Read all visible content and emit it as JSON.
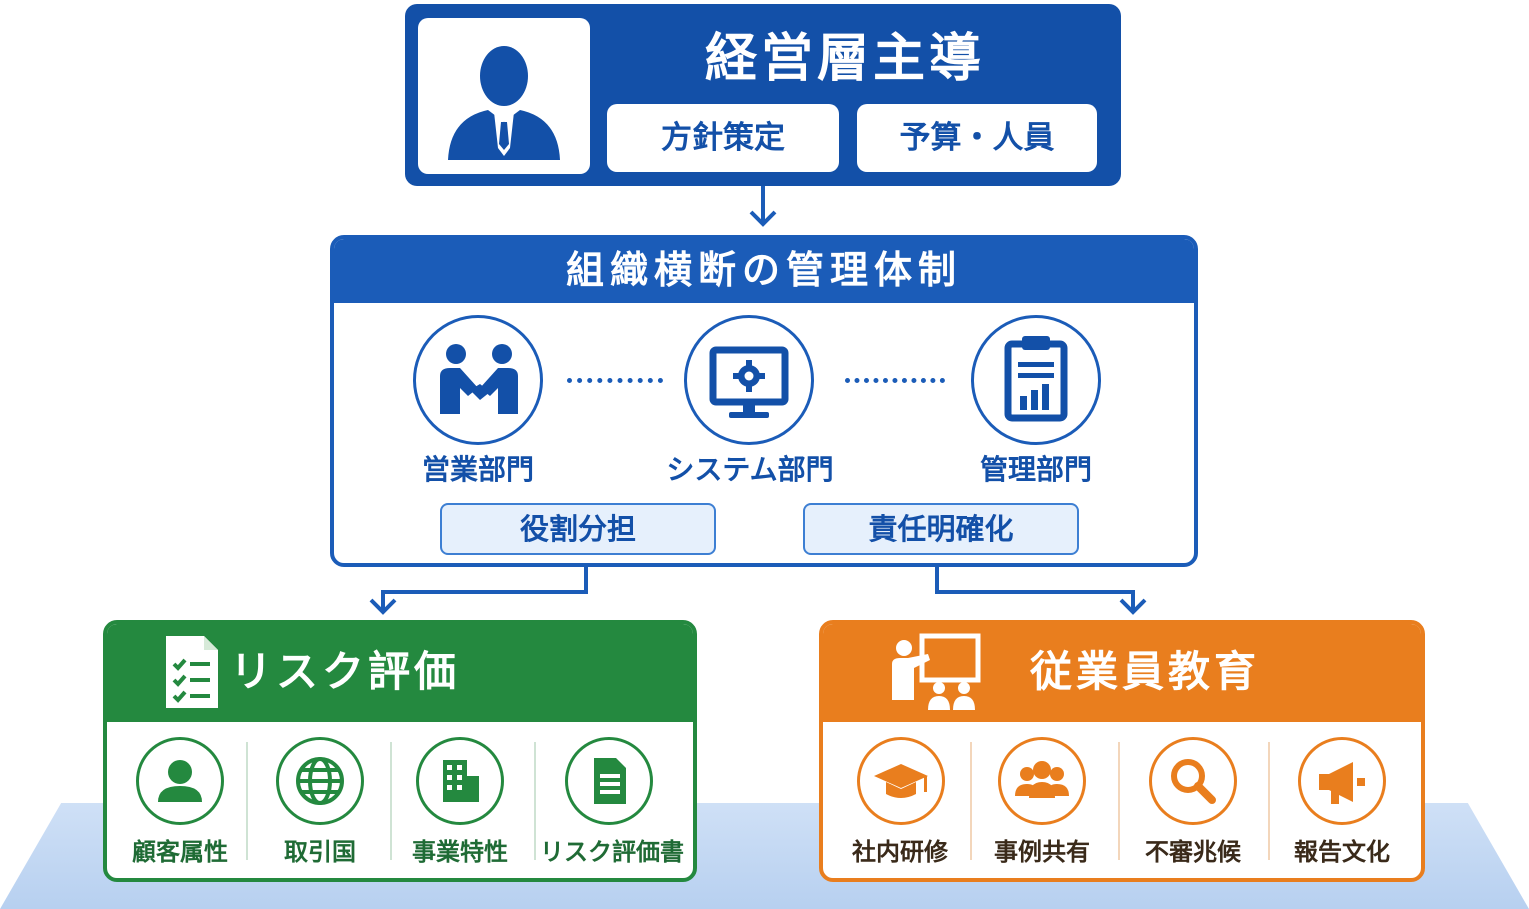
{
  "colors": {
    "primary_blue": "#1350a8",
    "light_blue": "#e6f0fc",
    "green": "#24893f",
    "orange": "#e97e1e",
    "platform": "#cfe0f6"
  },
  "top": {
    "title": "経営層主導",
    "icon": "executive-person-icon",
    "chips": [
      "方針策定",
      "予算・人員"
    ]
  },
  "middle": {
    "title": "組織横断の管理体制",
    "departments": [
      {
        "label": "営業部門",
        "icon": "handshake-icon"
      },
      {
        "label": "システム部門",
        "icon": "monitor-gear-icon"
      },
      {
        "label": "管理部門",
        "icon": "clipboard-chart-icon"
      }
    ],
    "chips": [
      "役割分担",
      "責任明確化"
    ]
  },
  "risk": {
    "title": "リスク評価",
    "icon": "checklist-icon",
    "items": [
      {
        "label": "顧客属性",
        "icon": "person-icon"
      },
      {
        "label": "取引国",
        "icon": "globe-icon"
      },
      {
        "label": "事業特性",
        "icon": "building-icon"
      },
      {
        "label": "リスク評価書",
        "icon": "document-icon"
      }
    ]
  },
  "education": {
    "title": "従業員教育",
    "icon": "teacher-board-icon",
    "items": [
      {
        "label": "社内研修",
        "icon": "graduation-cap-icon"
      },
      {
        "label": "事例共有",
        "icon": "group-icon"
      },
      {
        "label": "不審兆候",
        "icon": "magnifier-icon"
      },
      {
        "label": "報告文化",
        "icon": "megaphone-icon"
      }
    ]
  }
}
